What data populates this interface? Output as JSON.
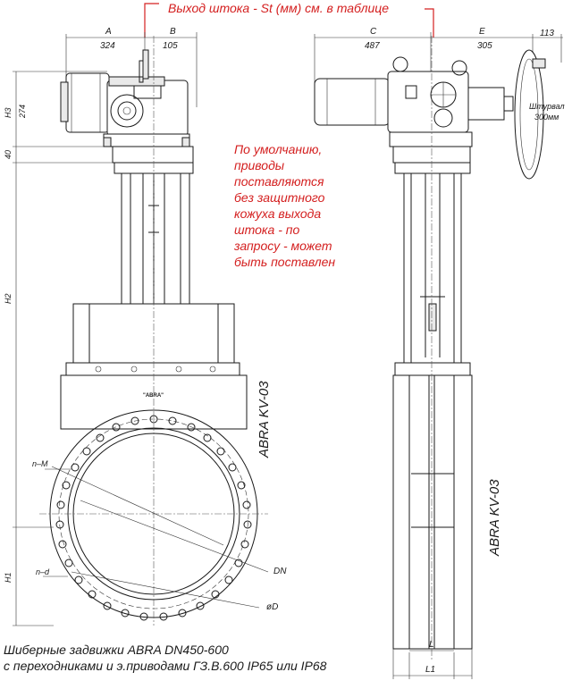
{
  "header": {
    "stem_note": "Выход штока - St (мм) см. в таблице"
  },
  "dims_left": {
    "a_label": "A",
    "a_value": "324",
    "b_label": "B",
    "b_value": "105",
    "h3_label": "H3",
    "h3_value": "274",
    "gap_value": "40",
    "h2_label": "H2",
    "h1_label": "H1",
    "n_m": "n–M",
    "n_d": "n–d",
    "dn": "DN",
    "od": "øD"
  },
  "dims_right": {
    "c_label": "C",
    "c_value": "487",
    "e_label": "E",
    "e_value": "305",
    "w_value": "113",
    "handwheel_line1": "Штурвал",
    "handwheel_line2": "300мм",
    "l_label": "L",
    "l1_label": "L1"
  },
  "note": {
    "lines": [
      "По умолчанию,",
      "приводы",
      "поставляются",
      "без защитного",
      "кожуха выхода",
      "штока - по",
      "запросу - может",
      "быть поставлен"
    ]
  },
  "labels": {
    "model_left": "ABRA KV-03",
    "model_right": "ABRA KV-03",
    "brand_plate": "\"ABRA\""
  },
  "caption": {
    "line1": "Шиберные задвижки ABRA DN450-600",
    "line2": "с переходниками и э.приводами ГЗ.В.600 IP65 или IP68"
  }
}
